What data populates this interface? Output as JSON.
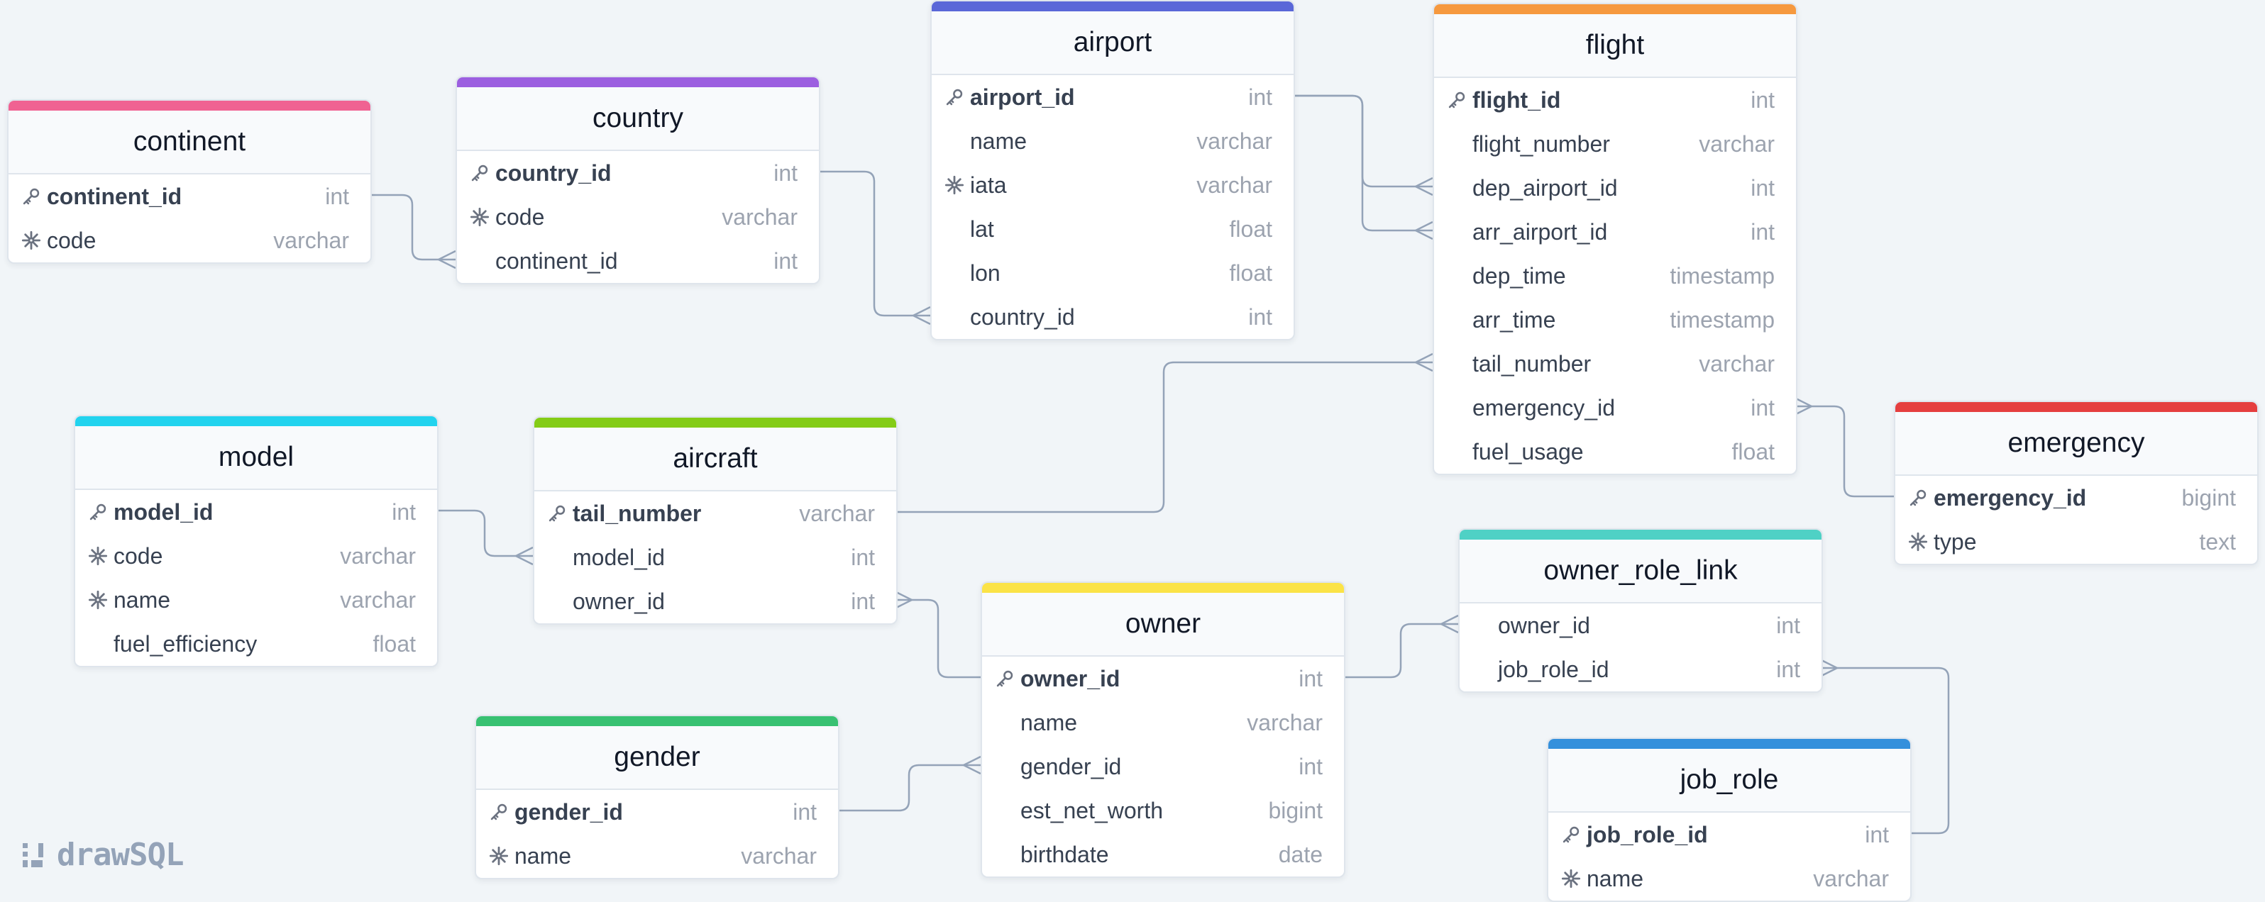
{
  "brand": {
    "name": "drawSQL"
  },
  "colors": {
    "continent": "#f06292",
    "country": "#9c5fe0",
    "airport": "#5a67d8",
    "flight": "#f6993f",
    "model": "#22d3ee",
    "aircraft": "#84cc16",
    "owner": "#fbe347",
    "owner_role_link": "#4fd1c5",
    "emergency": "#e53e3e",
    "gender": "#38c172",
    "job_role": "#3490dc",
    "line": "#94a3b8",
    "icon": "#6b7280"
  },
  "tables": [
    {
      "id": "continent",
      "name": "continent",
      "fields": [
        {
          "name": "continent_id",
          "type": "int",
          "mark": "key"
        },
        {
          "name": "code",
          "type": "varchar",
          "mark": "unique"
        }
      ]
    },
    {
      "id": "country",
      "name": "country",
      "fields": [
        {
          "name": "country_id",
          "type": "int",
          "mark": "key"
        },
        {
          "name": "code",
          "type": "varchar",
          "mark": "unique"
        },
        {
          "name": "continent_id",
          "type": "int",
          "mark": ""
        }
      ]
    },
    {
      "id": "airport",
      "name": "airport",
      "fields": [
        {
          "name": "airport_id",
          "type": "int",
          "mark": "key"
        },
        {
          "name": "name",
          "type": "varchar",
          "mark": ""
        },
        {
          "name": "iata",
          "type": "varchar",
          "mark": "unique"
        },
        {
          "name": "lat",
          "type": "float",
          "mark": ""
        },
        {
          "name": "lon",
          "type": "float",
          "mark": ""
        },
        {
          "name": "country_id",
          "type": "int",
          "mark": ""
        }
      ]
    },
    {
      "id": "flight",
      "name": "flight",
      "fields": [
        {
          "name": "flight_id",
          "type": "int",
          "mark": "key"
        },
        {
          "name": "flight_number",
          "type": "varchar",
          "mark": ""
        },
        {
          "name": "dep_airport_id",
          "type": "int",
          "mark": ""
        },
        {
          "name": "arr_airport_id",
          "type": "int",
          "mark": ""
        },
        {
          "name": "dep_time",
          "type": "timestamp",
          "mark": ""
        },
        {
          "name": "arr_time",
          "type": "timestamp",
          "mark": ""
        },
        {
          "name": "tail_number",
          "type": "varchar",
          "mark": ""
        },
        {
          "name": "emergency_id",
          "type": "int",
          "mark": ""
        },
        {
          "name": "fuel_usage",
          "type": "float",
          "mark": ""
        }
      ]
    },
    {
      "id": "model",
      "name": "model",
      "fields": [
        {
          "name": "model_id",
          "type": "int",
          "mark": "key"
        },
        {
          "name": "code",
          "type": "varchar",
          "mark": "unique"
        },
        {
          "name": "name",
          "type": "varchar",
          "mark": "unique"
        },
        {
          "name": "fuel_efficiency",
          "type": "float",
          "mark": ""
        }
      ]
    },
    {
      "id": "aircraft",
      "name": "aircraft",
      "fields": [
        {
          "name": "tail_number",
          "type": "varchar",
          "mark": "key"
        },
        {
          "name": "model_id",
          "type": "int",
          "mark": ""
        },
        {
          "name": "owner_id",
          "type": "int",
          "mark": ""
        }
      ]
    },
    {
      "id": "owner",
      "name": "owner",
      "fields": [
        {
          "name": "owner_id",
          "type": "int",
          "mark": "key"
        },
        {
          "name": "name",
          "type": "varchar",
          "mark": ""
        },
        {
          "name": "gender_id",
          "type": "int",
          "mark": ""
        },
        {
          "name": "est_net_worth",
          "type": "bigint",
          "mark": ""
        },
        {
          "name": "birthdate",
          "type": "date",
          "mark": ""
        }
      ]
    },
    {
      "id": "owner_role_link",
      "name": "owner_role_link",
      "fields": [
        {
          "name": "owner_id",
          "type": "int",
          "mark": ""
        },
        {
          "name": "job_role_id",
          "type": "int",
          "mark": ""
        }
      ]
    },
    {
      "id": "emergency",
      "name": "emergency",
      "fields": [
        {
          "name": "emergency_id",
          "type": "bigint",
          "mark": "key"
        },
        {
          "name": "type",
          "type": "text",
          "mark": "unique"
        }
      ]
    },
    {
      "id": "gender",
      "name": "gender",
      "fields": [
        {
          "name": "gender_id",
          "type": "int",
          "mark": "key"
        },
        {
          "name": "name",
          "type": "varchar",
          "mark": "unique"
        }
      ]
    },
    {
      "id": "job_role",
      "name": "job_role",
      "fields": [
        {
          "name": "job_role_id",
          "type": "int",
          "mark": "key"
        },
        {
          "name": "name",
          "type": "varchar",
          "mark": "unique"
        }
      ]
    }
  ],
  "relations": [
    {
      "from": "continent.continent_id",
      "to": "country.continent_id"
    },
    {
      "from": "country.country_id",
      "to": "airport.country_id"
    },
    {
      "from": "airport.airport_id",
      "to": "flight.dep_airport_id"
    },
    {
      "from": "airport.airport_id",
      "to": "flight.arr_airport_id"
    },
    {
      "from": "aircraft.tail_number",
      "to": "flight.tail_number"
    },
    {
      "from": "emergency.emergency_id",
      "to": "flight.emergency_id"
    },
    {
      "from": "model.model_id",
      "to": "aircraft.model_id"
    },
    {
      "from": "owner.owner_id",
      "to": "aircraft.owner_id"
    },
    {
      "from": "gender.gender_id",
      "to": "owner.gender_id"
    },
    {
      "from": "owner.owner_id",
      "to": "owner_role_link.owner_id"
    },
    {
      "from": "job_role.job_role_id",
      "to": "owner_role_link.job_role_id"
    }
  ]
}
